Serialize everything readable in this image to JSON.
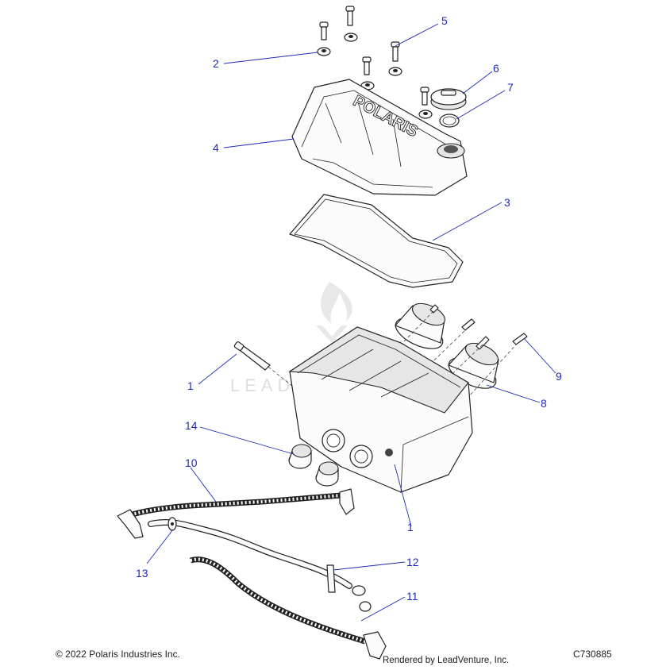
{
  "callouts": {
    "c1a": "1",
    "c1b": "1",
    "c2": "2",
    "c3": "3",
    "c4": "4",
    "c5": "5",
    "c6": "6",
    "c7": "7",
    "c8": "8",
    "c9": "9",
    "c10": "10",
    "c11": "11",
    "c12": "12",
    "c13": "13",
    "c14": "14"
  },
  "cover_logo": "POLARIS",
  "watermark": "LEADVENTURE",
  "footer": {
    "copyright": "© 2022 Polaris Industries Inc.",
    "rendered_by": "Rendered by LeadVenture, Inc.",
    "figure_id": "C730885"
  },
  "colors": {
    "callout": "#1f2bb8",
    "line_art": "#222222",
    "watermark": "#dedede"
  }
}
